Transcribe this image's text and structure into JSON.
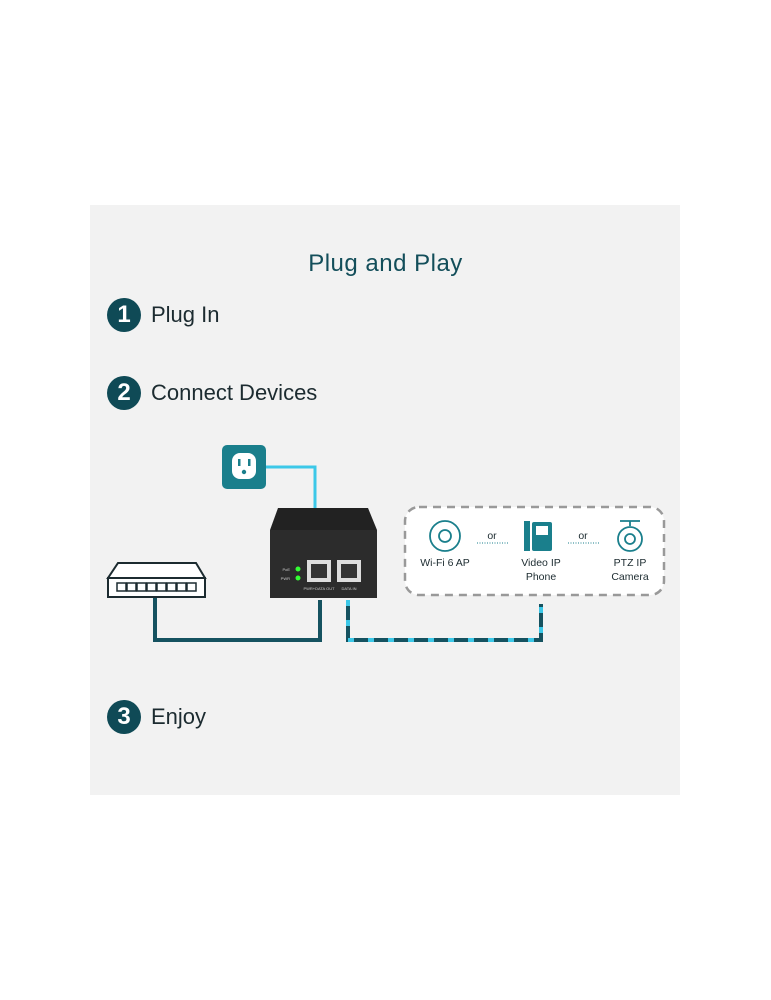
{
  "title": "Plug and Play",
  "steps": [
    {
      "num": "1",
      "label": "Plug In"
    },
    {
      "num": "2",
      "label": "Connect Devices"
    },
    {
      "num": "3",
      "label": "Enjoy"
    }
  ],
  "injector": {
    "led1": "PoE",
    "led2": "PWR",
    "port_out": "PWR+DATA OUT",
    "port_in": "DATA IN"
  },
  "devices": {
    "ap": "Wi-Fi 6 AP",
    "phone_line1": "Video IP",
    "phone_line2": "Phone",
    "camera_line1": "PTZ IP",
    "camera_line2": "Camera",
    "or": "or"
  },
  "colors": {
    "teal_dark": "#0f4a56",
    "teal": "#1a7f8c",
    "cyan": "#3cc8e8"
  }
}
